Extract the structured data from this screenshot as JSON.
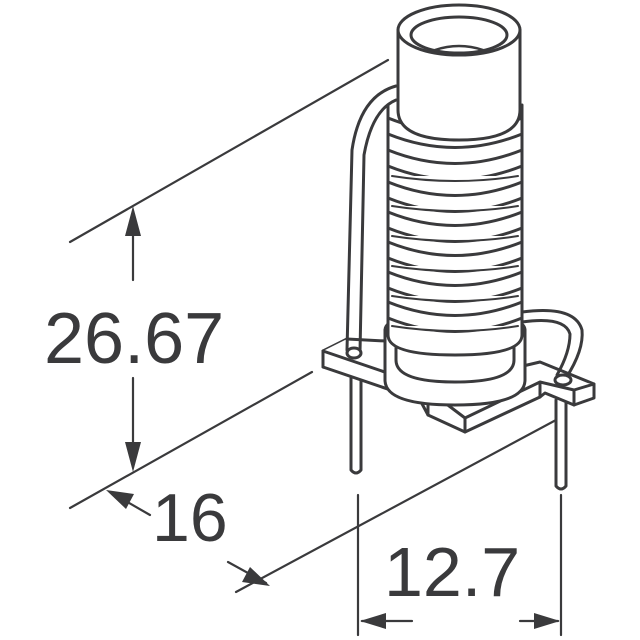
{
  "diagram": {
    "subject": "Vertical through-hole wound inductor on mounting base",
    "stroke_color": "#3a3a3c",
    "background": "#ffffff",
    "dimensions": {
      "height": {
        "label": "26.67",
        "orientation": "vertical"
      },
      "depth": {
        "label": "16",
        "orientation": "diagonal"
      },
      "pin_spacing": {
        "label": "12.7",
        "orientation": "horizontal"
      }
    }
  }
}
